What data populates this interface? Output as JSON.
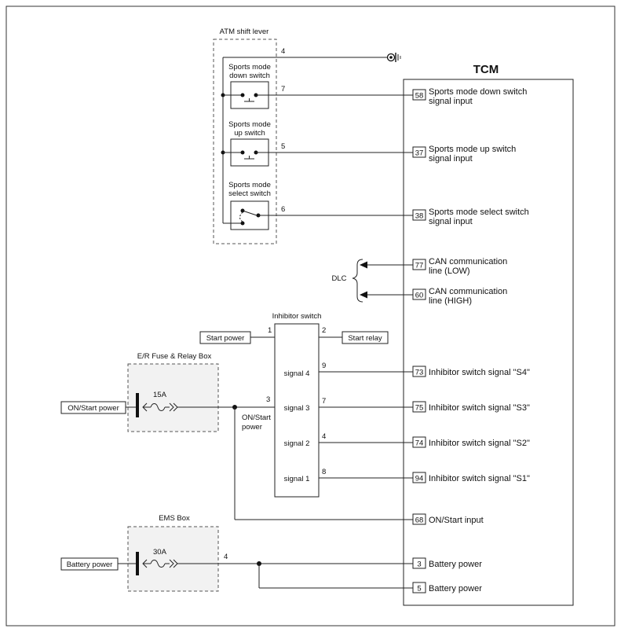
{
  "tcm": {
    "title": "TCM",
    "pins": [
      {
        "num": "58",
        "line1": "Sports mode down switch",
        "line2": "signal input"
      },
      {
        "num": "37",
        "line1": "Sports mode up switch",
        "line2": "signal input"
      },
      {
        "num": "38",
        "line1": "Sports mode select switch",
        "line2": "signal input"
      },
      {
        "num": "77",
        "line1": "CAN communication",
        "line2": "line (LOW)"
      },
      {
        "num": "60",
        "line1": "CAN communication",
        "line2": "line (HIGH)"
      },
      {
        "num": "73",
        "line1": "Inhibitor switch signal \"S4\"",
        "line2": ""
      },
      {
        "num": "75",
        "line1": "Inhibitor switch signal \"S3\"",
        "line2": ""
      },
      {
        "num": "74",
        "line1": "Inhibitor switch signal \"S2\"",
        "line2": ""
      },
      {
        "num": "94",
        "line1": "Inhibitor switch signal \"S1\"",
        "line2": ""
      },
      {
        "num": "68",
        "line1": "ON/Start input",
        "line2": ""
      },
      {
        "num": "3",
        "line1": "Battery power",
        "line2": ""
      },
      {
        "num": "5",
        "line1": "Battery power",
        "line2": ""
      }
    ]
  },
  "shift_lever": {
    "title": "ATM shift lever",
    "pins": [
      "4",
      "7",
      "5",
      "6"
    ],
    "down_switch": [
      "Sports mode",
      "down switch"
    ],
    "up_switch": [
      "Sports mode",
      "up switch"
    ],
    "select_switch": [
      "Sports mode",
      "select switch"
    ]
  },
  "dlc": {
    "label": "DLC"
  },
  "inhibitor": {
    "title": "Inhibitor switch",
    "pins_top": [
      "1",
      "2"
    ],
    "pin_on": "3",
    "signal_pins": [
      "9",
      "7",
      "4",
      "8"
    ],
    "signals": [
      "signal 4",
      "signal 3",
      "signal 2",
      "signal 1"
    ],
    "on_label": [
      "ON/Start",
      "power"
    ],
    "start_power": "Start power",
    "start_relay": "Start relay"
  },
  "er_box": {
    "title": "E/R Fuse & Relay Box",
    "fuse": "15A",
    "source": "ON/Start power"
  },
  "ems_box": {
    "title": "EMS Box",
    "fuse": "30A",
    "pin": "4",
    "source": "Battery power"
  }
}
